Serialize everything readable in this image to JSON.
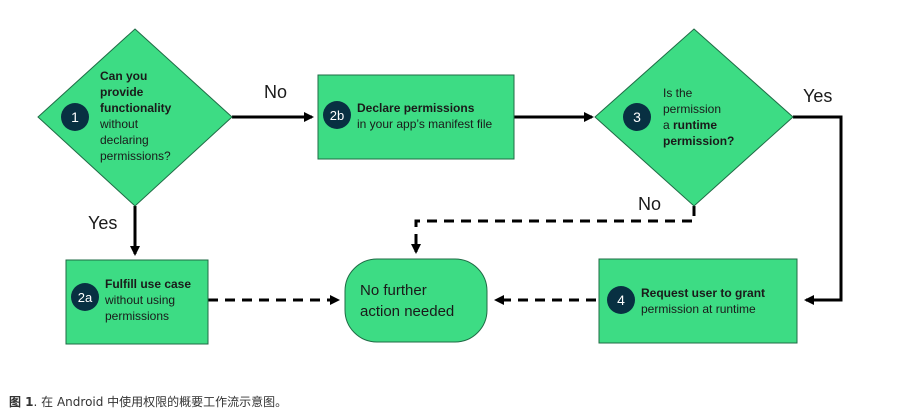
{
  "colors": {
    "node_fill": "#3ddc84",
    "node_stroke": "#1f6b45",
    "badge": "#083042",
    "arrow": "#000000"
  },
  "nodes": {
    "n1": {
      "badge": "1",
      "l1": "Can you",
      "l2": "provide",
      "l3": "functionality",
      "l4": "without",
      "l5": "declaring",
      "l6": "permissions?"
    },
    "n2b": {
      "badge": "2b",
      "l1": "Declare permissions",
      "l2": "in your app’s manifest file"
    },
    "n3": {
      "badge": "3",
      "l1": "Is the",
      "l2": "permission",
      "l3_pre": "a ",
      "l3_bold": "runtime",
      "l4": "permission?"
    },
    "n2a": {
      "badge": "2a",
      "l1": "Fulfill use case",
      "l2": "without using",
      "l3": "permissions"
    },
    "end": {
      "l1": "No further",
      "l2": "action needed"
    },
    "n4": {
      "badge": "4",
      "l1": "Request user to grant",
      "l2": "permission at runtime"
    }
  },
  "edges": {
    "no_1": "No",
    "yes_1": "Yes",
    "yes_3": "Yes",
    "no_3": "No"
  },
  "caption": {
    "bold": "图 1",
    "text": ". 在 Android 中使用权限的概要工作流示意图。"
  }
}
